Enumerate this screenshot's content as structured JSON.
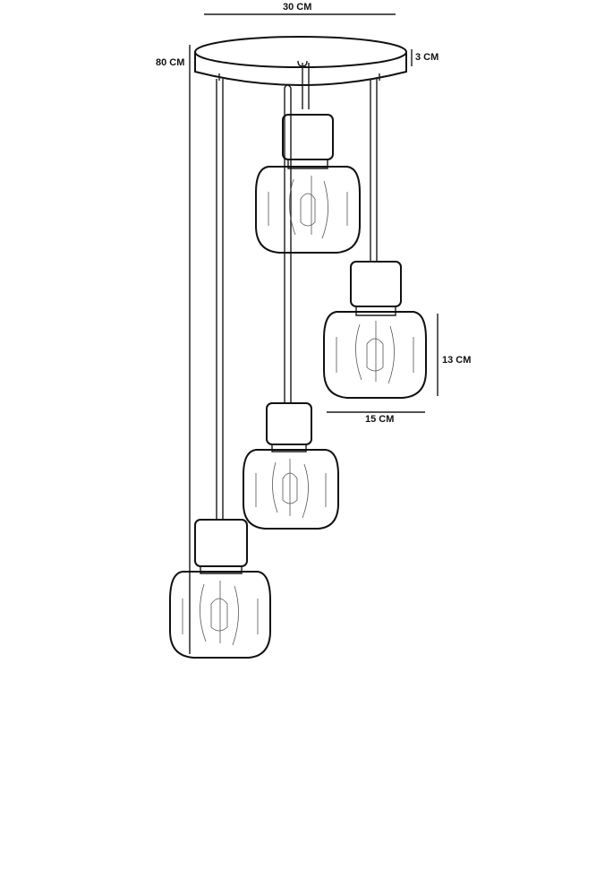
{
  "dimensions": {
    "canopy_width": "30 CM",
    "canopy_height": "3 CM",
    "total_drop": "80 CM",
    "shade_height": "13 CM",
    "shade_width": "15 CM"
  }
}
